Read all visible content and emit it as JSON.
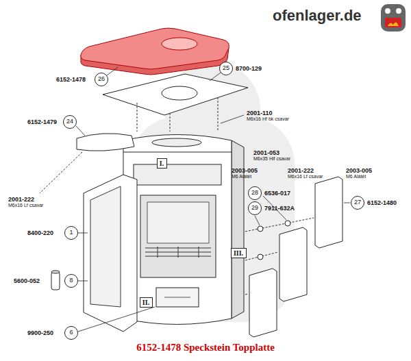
{
  "diagram": {
    "caption": "6152-1478 Speckstein Topplatte",
    "nodes": [
      {
        "text": [
          "26"
        ]
      },
      {
        "text": [
          "25"
        ]
      },
      {
        "text": [
          "24"
        ]
      },
      {
        "text": [
          "I."
        ]
      },
      {
        "text": [
          "28"
        ]
      },
      {
        "text": [
          "29"
        ]
      },
      {
        "text": [
          "27"
        ]
      },
      {
        "text": [
          "1"
        ]
      },
      {
        "text": [
          "III."
        ]
      },
      {
        "text": [
          "8"
        ]
      },
      {
        "text": [
          "II."
        ]
      },
      {
        "text": [
          "6"
        ]
      }
    ],
    "labels": [
      "ofenlager.de",
      "6152-1478",
      "8700-129",
      "2001-110",
      "M6x16 Hf bk csavar",
      "6152-1479",
      "2001-222",
      "M6x16 Lf csavar",
      "2001-053",
      "M6x35 Hlf csavar",
      "2003-005",
      "M6 Alátét",
      "2001-222",
      "M6x16 Lf csavar",
      "2003-005",
      "M6 Alátét",
      "6536-017",
      "7911-632A",
      "6152-1480",
      "8400-220",
      "5600-052",
      "9900-250"
    ]
  }
}
